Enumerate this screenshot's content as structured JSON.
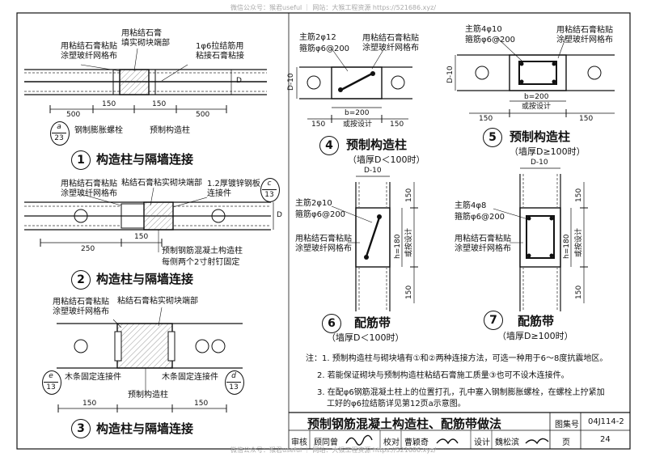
{
  "watermark_top": "微信公众号：猴君useful ｜ 网站：大猴工程资源 https://521686.xyz/",
  "watermark_bottom": "微信公众号：猴君useful ｜ 网站：大猴工程资源 https://521686.xyz/",
  "d1": {
    "label_mesh": "用粘结石膏粘贴\n涂塑玻纤网格布",
    "label_fill": "用粘结石膏\n填实砌块端部",
    "label_tie": "1φ6拉结筋用\n粘接石膏粘接",
    "dim_500a": "500",
    "dim_150a": "150",
    "dim_150b": "150",
    "dim_500b": "500",
    "dim_D": "D",
    "ref_a": "a",
    "ref_23": "23",
    "label_bolt": "钢制膨胀螺栓",
    "label_col": "预制构造柱",
    "num": "1",
    "caption": "构造柱与隔墙连接"
  },
  "d2": {
    "label_mesh": "用粘结石膏粘贴\n涂塑玻纤网格布",
    "label_fill": "粘结石膏粘实砌块端部",
    "label_plate": "1.2厚镀锌钢板\n连接件",
    "ref_c": "c",
    "ref_13": "13",
    "dim_250": "250",
    "dim_150": "150",
    "dim_D": "D",
    "label_col": "预制钢筋混凝土构造柱",
    "label_nail": "每侧两个2寸射钉固定",
    "num": "2",
    "caption": "构造柱与隔墙连接"
  },
  "d3": {
    "label_mesh": "用粘结石膏粘贴\n涂塑玻纤网格布",
    "label_fill": "粘结石膏粘实砌块端部",
    "ref_e": "e",
    "ref_e13": "13",
    "label_wood_l": "木条固定连接件",
    "label_wood_r": "木条固定连接件",
    "ref_d": "d",
    "ref_d13": "13",
    "label_col": "预制构造柱",
    "dim_150a": "150",
    "dim_150b": "150",
    "num": "3",
    "caption": "构造柱与隔墙连接"
  },
  "d4": {
    "label_main": "主筋2φ12",
    "label_stirrup": "箍筋φ6@200",
    "label_mesh": "用粘结石膏粘贴\n涂塑玻纤网格布",
    "dim_D10": "D-10",
    "dim_b": "b=200",
    "dim_150a": "150",
    "dim_design": "或按设计",
    "dim_150b": "150",
    "num": "4",
    "caption": "预制构造柱",
    "sub": "（墙厚D＜100时）"
  },
  "d5": {
    "label_main": "主筋4φ10",
    "label_stirrup": "箍筋φ6@200",
    "label_mesh": "用粘结石膏粘贴\n涂塑玻纤网格布",
    "dim_D10": "D-10",
    "dim_b": "b=200",
    "dim_design": "或按设计",
    "dim_150a": "150",
    "dim_150b": "150",
    "num": "5",
    "caption": "预制构造柱",
    "sub": "（墙厚D≥100时）"
  },
  "d6": {
    "dim_D10": "D-10",
    "label_main": "主筋2φ10",
    "label_stirrup": "箍筋φ6@200",
    "label_mesh": "用粘结石膏粘贴\n涂塑玻纤网格布",
    "dim_h": "h=180",
    "dim_design": "或按设计",
    "dim_150a": "150",
    "dim_150b": "150",
    "num": "6",
    "caption": "配筋带",
    "sub": "（墙厚D＜100时）"
  },
  "d7": {
    "dim_D10": "D-10",
    "label_main": "主筋4φ8",
    "label_stirrup": "箍筋φ6@200",
    "label_mesh": "用粘结石膏粘贴\n涂塑玻纤网格布",
    "dim_h": "h=180",
    "dim_design": "或按设计",
    "dim_150a": "150",
    "dim_150b": "150",
    "num": "7",
    "caption": "配筋带",
    "sub": "（墙厚D≥100时）"
  },
  "notes": [
    "注：1. 预制构造柱与砌块墙有①和②两种连接方法，可选一种用于6～8度抗震地区。",
    "2. 若能保证砌块与预制构造柱粘结石膏施工质量③也可不设木连接件。",
    "3. 在配φ6钢筋混凝土柱上的位置打孔，孔中塞入钢制膨胀螺栓，在螺栓上拧紧加",
    "工好的φ6拉结筋详见第12页a示意图。"
  ],
  "title_block": {
    "title": "预制钢筋混凝土构造柱、配筋带做法",
    "atlas_label": "图集号",
    "atlas_no": "04J114-2",
    "review_label": "审核",
    "reviewer": "顾同曾",
    "check_label": "校对",
    "checker": "曹颖奇",
    "design_label": "设计",
    "designer": "魏松滨",
    "page_label": "页",
    "page_no": "24"
  }
}
